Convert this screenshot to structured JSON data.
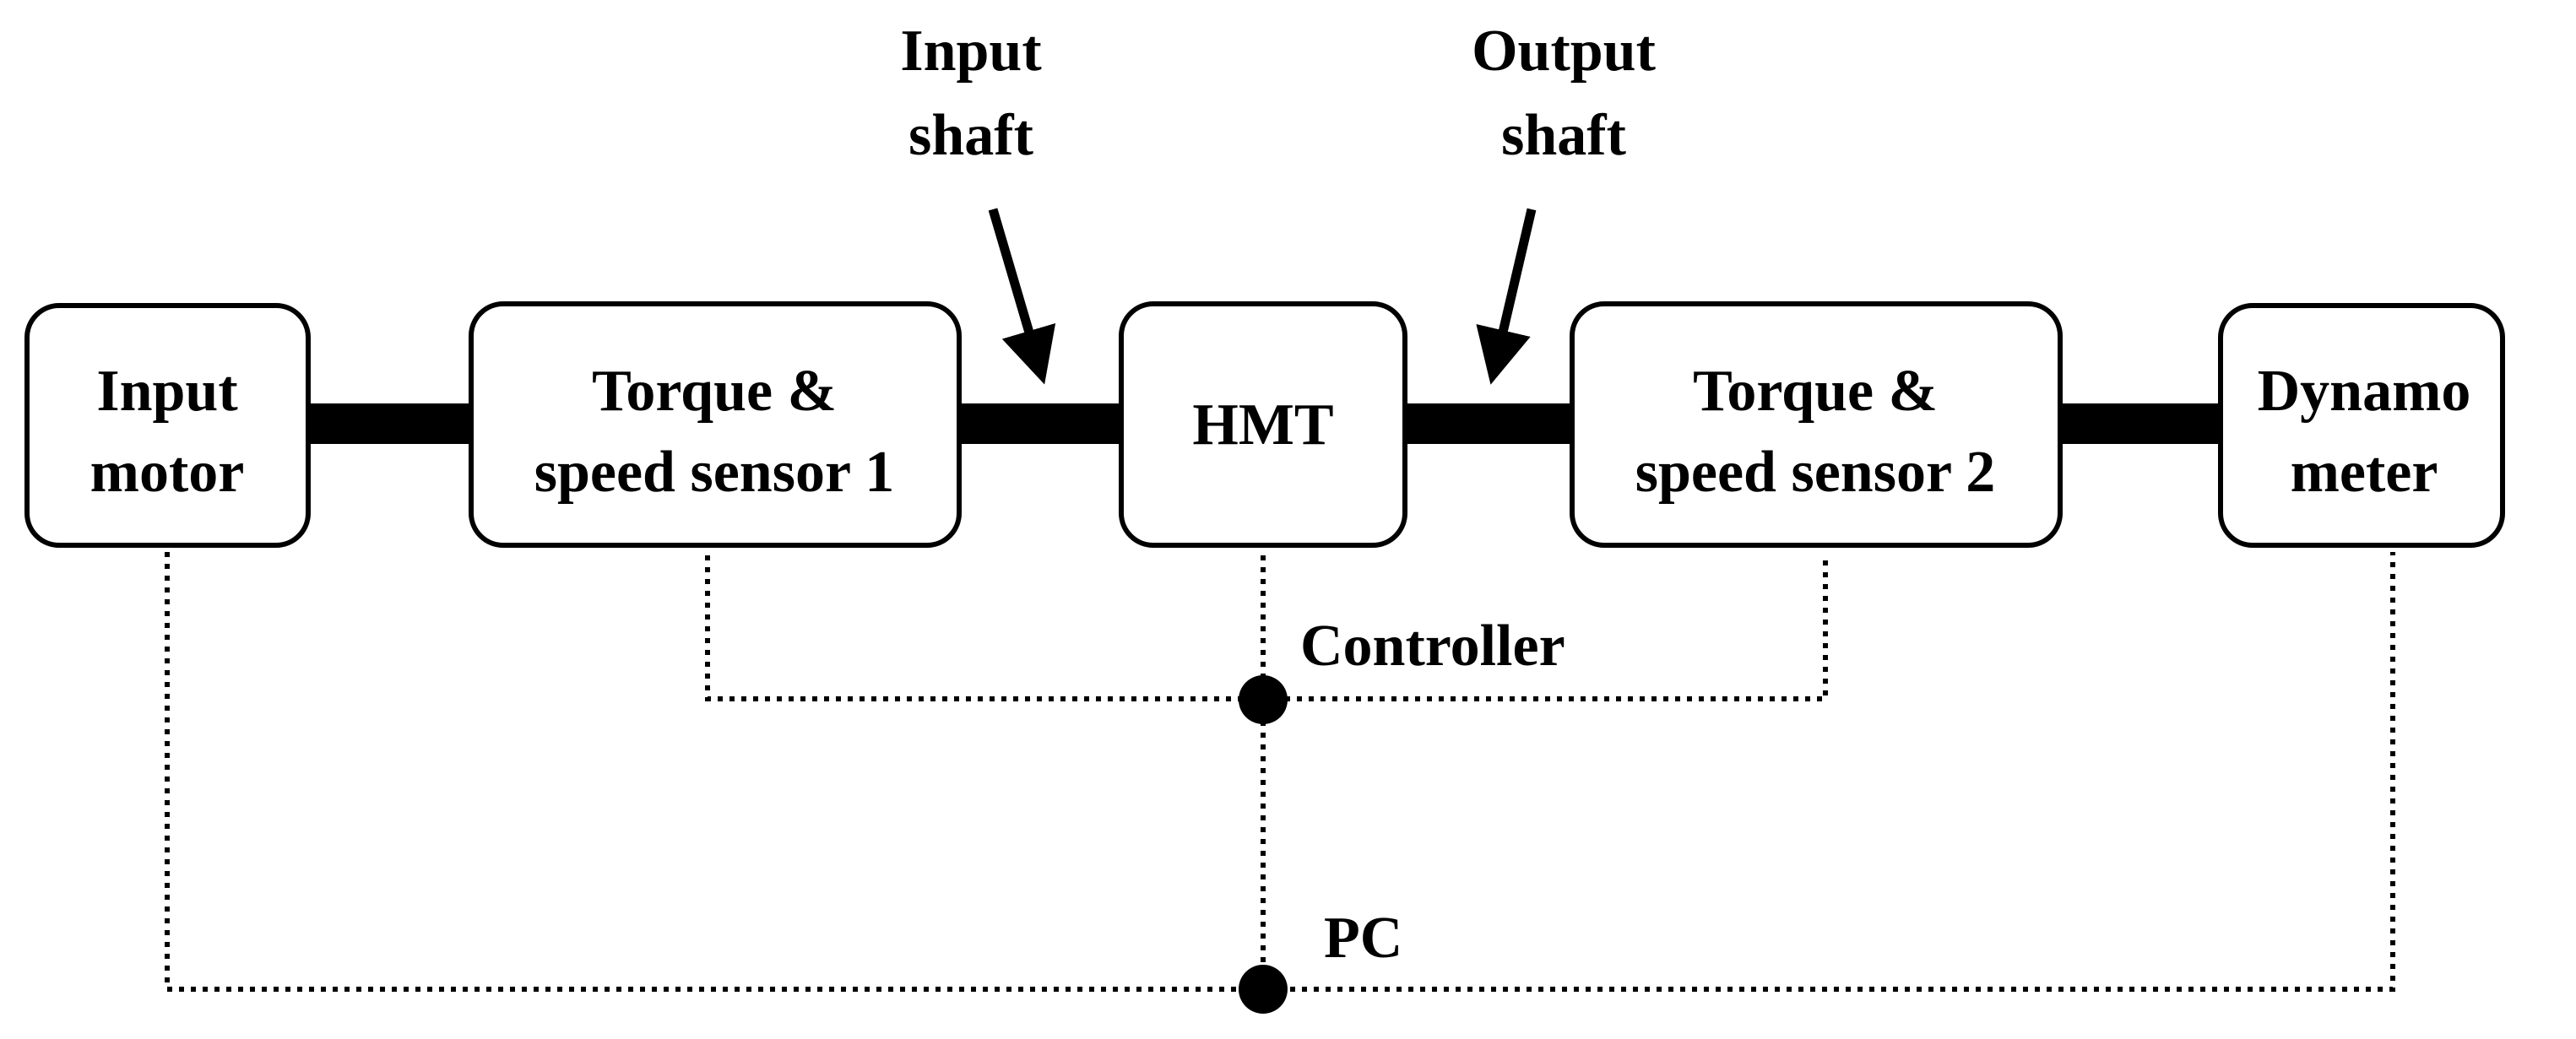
{
  "blocks": {
    "input_motor": [
      "Input",
      "motor"
    ],
    "sensor1": [
      "Torque &",
      "speed sensor 1"
    ],
    "hmt": [
      "HMT"
    ],
    "sensor2": [
      "Torque &",
      "speed sensor 2"
    ],
    "dynamometer": [
      "Dynamo",
      "meter"
    ]
  },
  "callouts": {
    "input_shaft": [
      "Input",
      "shaft"
    ],
    "output_shaft": [
      "Output",
      "shaft"
    ]
  },
  "nodes": {
    "controller": "Controller",
    "pc": "PC"
  }
}
